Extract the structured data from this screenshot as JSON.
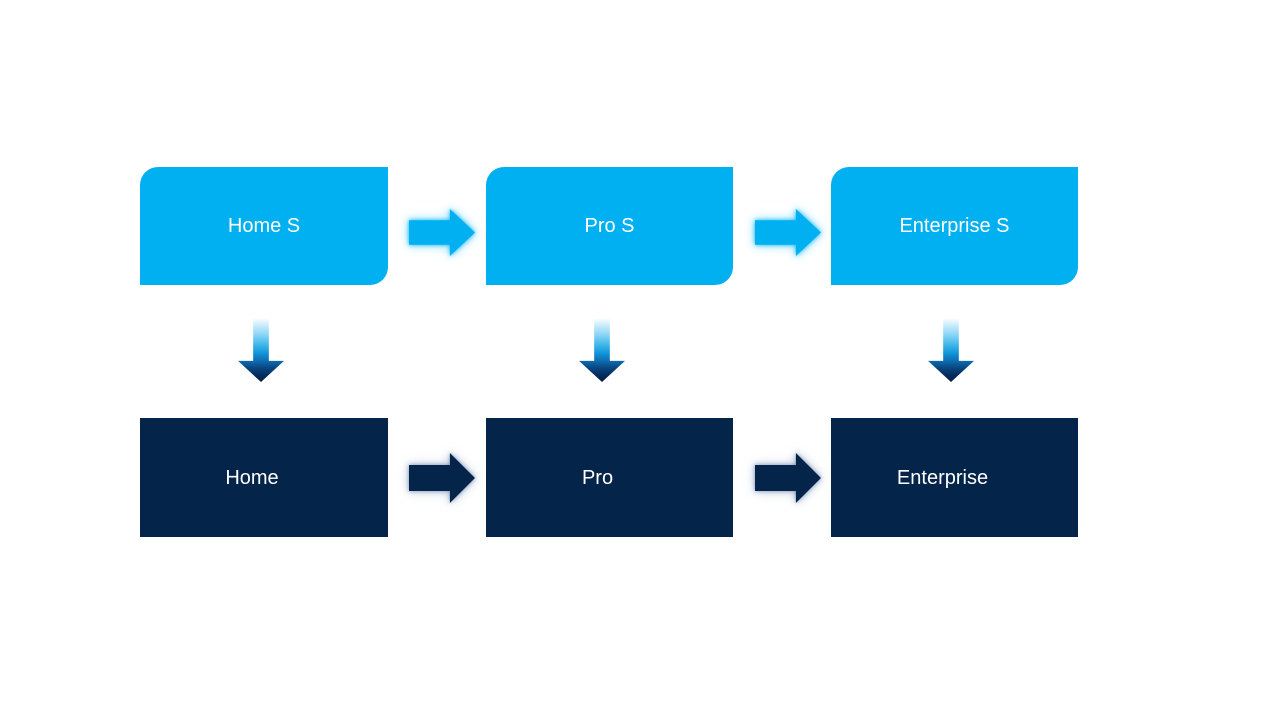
{
  "colors": {
    "background": "#FFFFFF",
    "light_blue": "#00B0F0",
    "navy": "#052449",
    "text": "#FFFFFF",
    "down_arrow_gradient": [
      "#FFFFFF 0%",
      "#D9F1FC 8%",
      "#8FD7F7 25%",
      "#3EB7EA 42%",
      "#1295D8 55%",
      "#0D6CB0 67%",
      "#0A4680 78%",
      "#052A5C 90%",
      "#041F47 100%"
    ]
  },
  "diagram": {
    "top_row": {
      "boxes": [
        {
          "label": "Home S"
        },
        {
          "label": "Pro S"
        },
        {
          "label": "Enterprise S"
        }
      ]
    },
    "bottom_row": {
      "boxes": [
        {
          "label": "Home"
        },
        {
          "label": "Pro"
        },
        {
          "label": "Enterprise"
        }
      ]
    },
    "icons": {
      "right_arrow": "→",
      "down_arrow": "↓"
    }
  }
}
